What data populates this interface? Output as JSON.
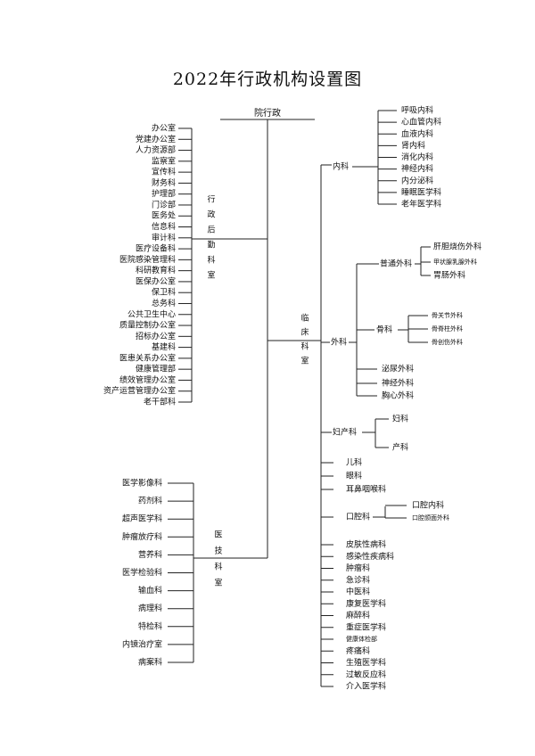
{
  "title": "2022年行政机构设置图",
  "root": "院行政",
  "admin": {
    "label_chars": [
      "行",
      "政",
      "后",
      "勤",
      "科",
      "室"
    ],
    "items": [
      "办公室",
      "党建办公室",
      "人力资源部",
      "监察室",
      "宣传科",
      "财务科",
      "护理部",
      "门诊部",
      "医务处",
      "信息科",
      "审计科",
      "医疗设备科",
      "医院感染管理科",
      "科研教育科",
      "医保办公室",
      "保卫科",
      "总务科",
      "公共卫生中心",
      "质量控制办公室",
      "招标办公室",
      "基建科",
      "医患关系办公室",
      "健康管理部",
      "绩效管理办公室",
      "资产运营管理办公室",
      "老干部科"
    ]
  },
  "tech": {
    "label_chars": [
      "医",
      "技",
      "科",
      "室"
    ],
    "items": [
      "医学影像科",
      "药剂科",
      "超声医学科",
      "肿瘤放疗科",
      "营养科",
      "医学检验科",
      "输血科",
      "病理科",
      "特检科",
      "内镜治疗室",
      "病案科"
    ]
  },
  "clinical": {
    "label_chars": [
      "临",
      "床",
      "科",
      "室"
    ],
    "internal": {
      "label": "内科",
      "items": [
        "呼吸内科",
        "心血管内科",
        "血液内科",
        "肾内科",
        "消化内科",
        "神经内科",
        "内分泌科",
        "睡眠医学科",
        "老年医学科"
      ]
    },
    "surgery": {
      "label": "外科",
      "general": {
        "label": "普通外科",
        "items": [
          "肝胆烧伤外科",
          "甲状腺乳腺外科",
          "胃肠外科"
        ]
      },
      "ortho": {
        "label": "骨科",
        "items": [
          "骨关节外科",
          "骨脊柱外科",
          "骨创伤外科"
        ]
      },
      "others": [
        "泌尿外科",
        "神经外科",
        "胸心外科"
      ]
    },
    "obgyn": {
      "label": "妇产科",
      "items": [
        "妇科",
        "产科"
      ]
    },
    "stomat": {
      "label": "口腔科",
      "items": [
        "口腔内科",
        "口腔颌面外科"
      ]
    },
    "singles_top": [
      "儿科",
      "眼科",
      "耳鼻咽喉科"
    ],
    "singles_bottom": [
      "皮肤性病科",
      "感染性疾病科",
      "肿瘤科",
      "急诊科",
      "中医科",
      "康复医学科",
      "麻醉科",
      "重症医学科",
      "健康体检部",
      "疼痛科",
      "生殖医学科",
      "过敏反应科",
      "介入医学科"
    ]
  }
}
